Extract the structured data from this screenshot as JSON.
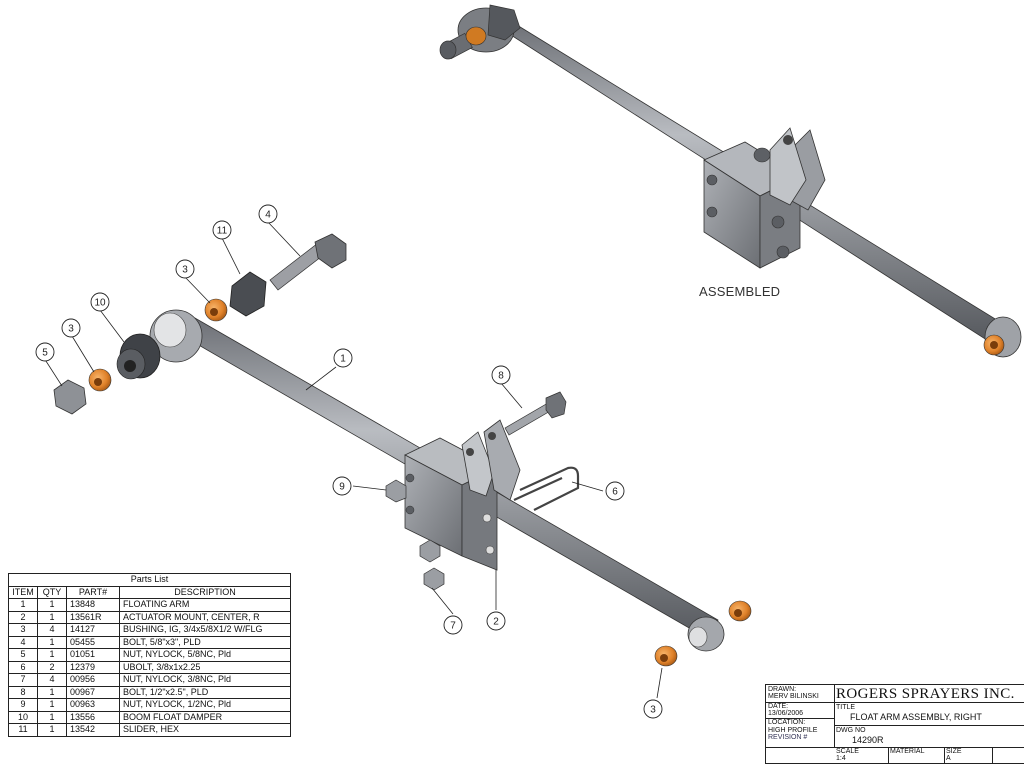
{
  "balloons": [
    {
      "id": "b1",
      "label": "1"
    },
    {
      "id": "b2",
      "label": "2"
    },
    {
      "id": "b3a",
      "label": "3"
    },
    {
      "id": "b3b",
      "label": "3"
    },
    {
      "id": "b3c",
      "label": "3"
    },
    {
      "id": "b4",
      "label": "4"
    },
    {
      "id": "b5",
      "label": "5"
    },
    {
      "id": "b6",
      "label": "6"
    },
    {
      "id": "b7",
      "label": "7"
    },
    {
      "id": "b8",
      "label": "8"
    },
    {
      "id": "b9",
      "label": "9"
    },
    {
      "id": "b10",
      "label": "10"
    },
    {
      "id": "b11",
      "label": "11"
    }
  ],
  "assembled_label": "ASSEMBLED",
  "parts_list": {
    "caption": "Parts List",
    "headers": [
      "ITEM",
      "QTY",
      "PART#",
      "DESCRIPTION"
    ],
    "rows": [
      [
        "1",
        "1",
        "13848",
        "FLOATING ARM"
      ],
      [
        "2",
        "1",
        "13561R",
        "ACTUATOR MOUNT, CENTER, R"
      ],
      [
        "3",
        "4",
        "14127",
        "BUSHING, IG, 3/4x5/8X1/2 W/FLG"
      ],
      [
        "4",
        "1",
        "05455",
        "BOLT, 5/8\"x3\", PLD"
      ],
      [
        "5",
        "1",
        "01051",
        "NUT, NYLOCK, 5/8NC, Pld"
      ],
      [
        "6",
        "2",
        "12379",
        "UBOLT, 3/8x1x2.25"
      ],
      [
        "7",
        "4",
        "00956",
        "NUT, NYLOCK, 3/8NC, Pld"
      ],
      [
        "8",
        "1",
        "00967",
        "BOLT, 1/2\"x2.5\", PLD"
      ],
      [
        "9",
        "1",
        "00963",
        "NUT, NYLOCK, 1/2NC, Pld"
      ],
      [
        "10",
        "1",
        "13556",
        "BOOM FLOAT DAMPER"
      ],
      [
        "11",
        "1",
        "13542",
        "SLIDER, HEX"
      ]
    ]
  },
  "title_block": {
    "drawn_label": "DRAWN:",
    "drawn_value": "MERV BILINSKI",
    "date_label": "DATE:",
    "date_value": "13/06/2006",
    "location_label": "LOCATION:",
    "location_value": "HIGH PROFILE",
    "revision_label": "REVISION #",
    "company": "ROGERS SPRAYERS INC.",
    "title_label": "TITLE",
    "title_value": "FLOAT ARM ASSEMBLY, RIGHT",
    "dwg_label": "DWG NO",
    "dwg_value": "14290R",
    "scale_label": "SCALE",
    "scale_value": "1:4",
    "material_label": "MATERIAL",
    "size_label": "SIZE",
    "size_value": "A"
  },
  "colors": {
    "steel": "#8a8d93",
    "steel_dark": "#55585d",
    "steel_light": "#c4c6ca",
    "bushing": "#e0822a"
  }
}
